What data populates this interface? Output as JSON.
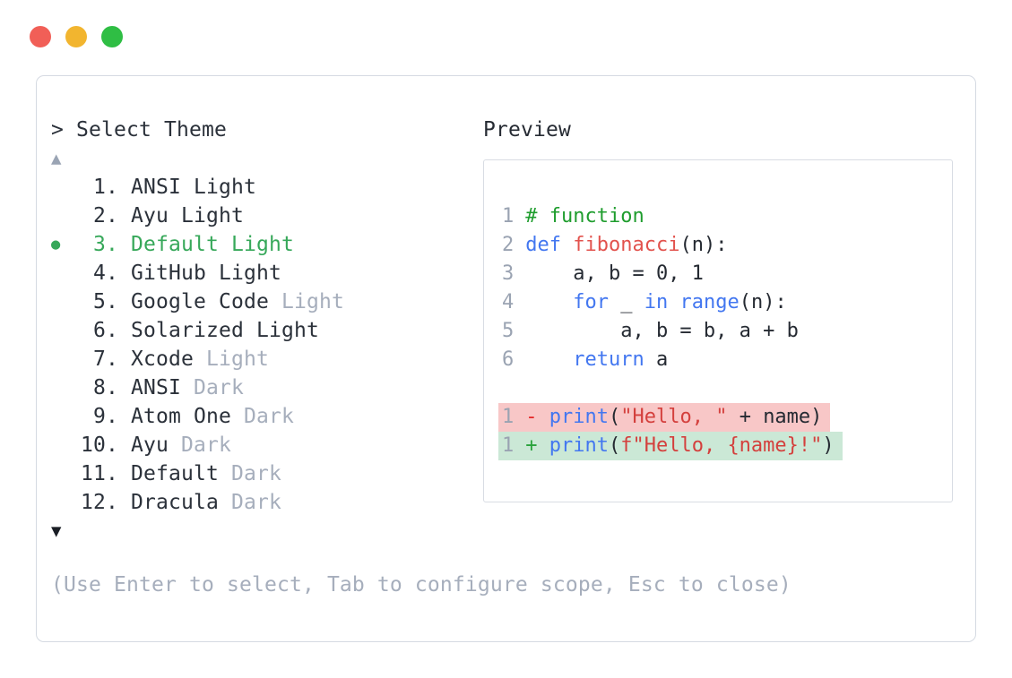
{
  "window": {
    "traffic_lights": [
      {
        "name": "close",
        "color": "#f15f57"
      },
      {
        "name": "minimize",
        "color": "#f2b52f"
      },
      {
        "name": "zoom",
        "color": "#2fbe44"
      }
    ]
  },
  "palette": {
    "text": "#2b313a",
    "muted": "#a6aebc",
    "selected_green": "#37a85a",
    "scroll_up_arrow": "#9aa4b4",
    "scroll_down_arrow": "#1a1e25",
    "panel_border": "#d5dae2",
    "diff_removed_bg": "#f8c7c7",
    "diff_added_bg": "#cbe8d6",
    "code_keyword": "#4377f0",
    "code_comment": "#1f9d2e",
    "code_function": "#e2524d",
    "code_string": "#d4403d",
    "line_number": "#9aa3b2"
  },
  "selector": {
    "prompt": "> Select Theme",
    "scroll_up_icon": "▲",
    "scroll_down_icon": "▼",
    "selected_marker": "●",
    "hint": "(Use Enter to select, Tab to configure scope, Esc to close)",
    "items": [
      {
        "number": "1.",
        "selected": false,
        "segments": [
          {
            "text": "ANSI Light",
            "muted": false
          }
        ]
      },
      {
        "number": "2.",
        "selected": false,
        "segments": [
          {
            "text": "Ayu Light",
            "muted": false
          }
        ]
      },
      {
        "number": "3.",
        "selected": true,
        "segments": [
          {
            "text": "Default Light",
            "muted": false
          }
        ]
      },
      {
        "number": "4.",
        "selected": false,
        "segments": [
          {
            "text": "GitHub Light",
            "muted": false
          }
        ]
      },
      {
        "number": "5.",
        "selected": false,
        "segments": [
          {
            "text": "Google Code",
            "muted": false
          },
          {
            "text": " Light",
            "muted": true
          }
        ]
      },
      {
        "number": "6.",
        "selected": false,
        "segments": [
          {
            "text": "Solarized Light",
            "muted": false
          }
        ]
      },
      {
        "number": "7.",
        "selected": false,
        "segments": [
          {
            "text": "Xcode",
            "muted": false
          },
          {
            "text": " Light",
            "muted": true
          }
        ]
      },
      {
        "number": "8.",
        "selected": false,
        "segments": [
          {
            "text": "ANSI",
            "muted": false
          },
          {
            "text": " Dark",
            "muted": true
          }
        ]
      },
      {
        "number": "9.",
        "selected": false,
        "segments": [
          {
            "text": "Atom One",
            "muted": false
          },
          {
            "text": " Dark",
            "muted": true
          }
        ]
      },
      {
        "number": "10.",
        "selected": false,
        "segments": [
          {
            "text": "Ayu",
            "muted": false
          },
          {
            "text": " Dark",
            "muted": true
          }
        ]
      },
      {
        "number": "11.",
        "selected": false,
        "segments": [
          {
            "text": "Default",
            "muted": false
          },
          {
            "text": " Dark",
            "muted": true
          }
        ]
      },
      {
        "number": "12.",
        "selected": false,
        "segments": [
          {
            "text": "Dracula",
            "muted": false
          },
          {
            "text": " Dark",
            "muted": true
          }
        ]
      }
    ]
  },
  "preview": {
    "title": "Preview",
    "code_lines": [
      {
        "num": "1",
        "tokens": [
          {
            "t": "# function",
            "c": "comment"
          }
        ]
      },
      {
        "num": "2",
        "tokens": [
          {
            "t": "def",
            "c": "keyword"
          },
          {
            "t": " ",
            "c": "plain"
          },
          {
            "t": "fibonacci",
            "c": "function"
          },
          {
            "t": "(n):",
            "c": "plain"
          }
        ]
      },
      {
        "num": "3",
        "tokens": [
          {
            "t": "    a, b = 0, 1",
            "c": "plain"
          }
        ]
      },
      {
        "num": "4",
        "tokens": [
          {
            "t": "    ",
            "c": "plain"
          },
          {
            "t": "for",
            "c": "keyword"
          },
          {
            "t": " _ ",
            "c": "plain"
          },
          {
            "t": "in",
            "c": "keyword"
          },
          {
            "t": " ",
            "c": "plain"
          },
          {
            "t": "range",
            "c": "keyword"
          },
          {
            "t": "(n):",
            "c": "plain"
          }
        ]
      },
      {
        "num": "5",
        "tokens": [
          {
            "t": "        a, b = b, a + b",
            "c": "plain"
          }
        ]
      },
      {
        "num": "6",
        "tokens": [
          {
            "t": "    ",
            "c": "plain"
          },
          {
            "t": "return",
            "c": "keyword"
          },
          {
            "t": " a",
            "c": "plain"
          }
        ]
      },
      {
        "blank": true
      },
      {
        "num": "1",
        "diff": "removed",
        "tokens": [
          {
            "t": "- ",
            "c": "diff-minus"
          },
          {
            "t": "print",
            "c": "keyword"
          },
          {
            "t": "(",
            "c": "plain"
          },
          {
            "t": "\"Hello, \"",
            "c": "string"
          },
          {
            "t": " + name)",
            "c": "plain"
          }
        ]
      },
      {
        "num": "1",
        "diff": "added",
        "tokens": [
          {
            "t": "+ ",
            "c": "diff-plus"
          },
          {
            "t": "print",
            "c": "keyword"
          },
          {
            "t": "(",
            "c": "plain"
          },
          {
            "t": "f\"Hello, {name}!\"",
            "c": "string"
          },
          {
            "t": ")",
            "c": "plain"
          }
        ]
      }
    ]
  }
}
